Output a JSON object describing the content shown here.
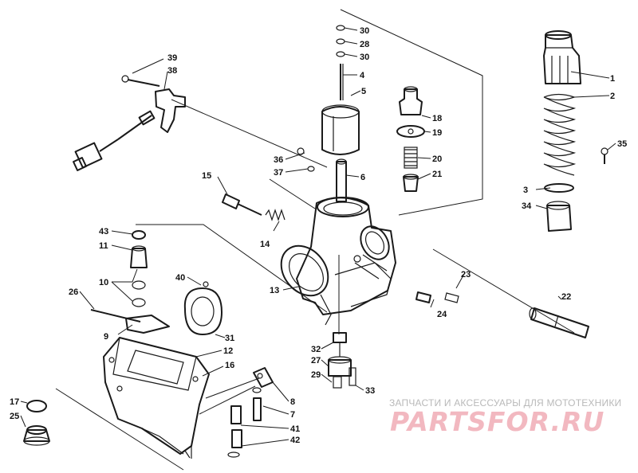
{
  "diagram": {
    "part_numbers": [
      "1",
      "2",
      "3",
      "4",
      "5",
      "6",
      "7",
      "8",
      "9",
      "10",
      "11",
      "12",
      "13",
      "14",
      "15",
      "16",
      "17",
      "18",
      "19",
      "20",
      "21",
      "22",
      "23",
      "24",
      "25",
      "26",
      "27",
      "28",
      "29",
      "30",
      "30",
      "31",
      "32",
      "33",
      "34",
      "35",
      "36",
      "37",
      "38",
      "39",
      "40",
      "41",
      "42",
      "43"
    ]
  },
  "watermark": {
    "tagline": "ЗАПЧАСТИ И АКСЕССУАРЫ ДЛЯ МОТОТЕХНИКИ",
    "logo_text": "PARTSFOR.RU"
  }
}
